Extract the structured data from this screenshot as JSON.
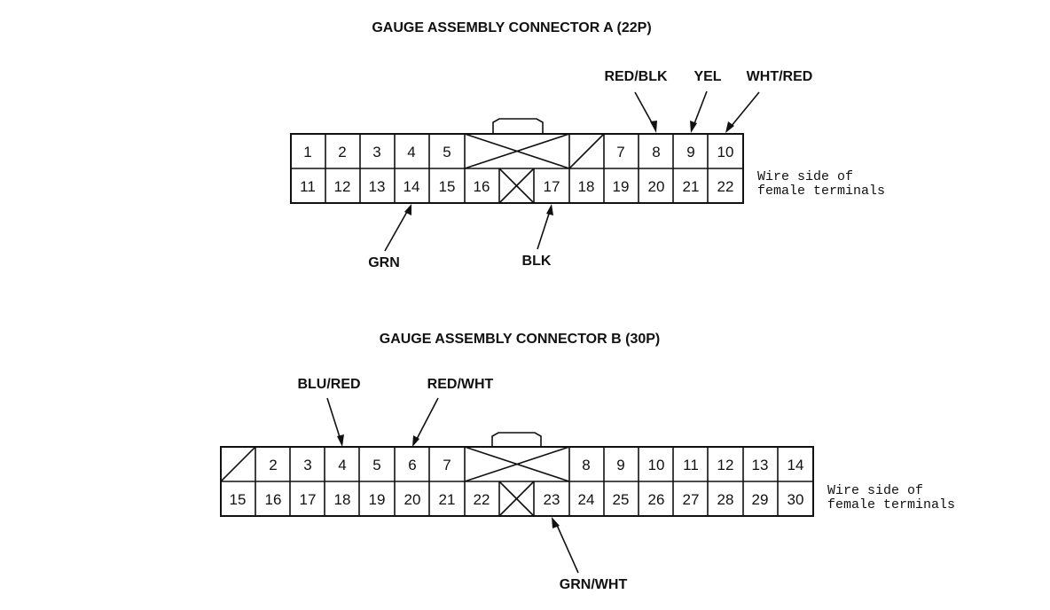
{
  "connector_a": {
    "title": "GAUGE ASSEMBLY CONNECTOR A (22P)",
    "note_line1": "Wire side of",
    "note_line2": "female terminals",
    "top_pins": [
      "1",
      "2",
      "3",
      "4",
      "5",
      "7",
      "8",
      "9",
      "10"
    ],
    "bottom_pins": [
      "11",
      "12",
      "13",
      "14",
      "15",
      "16",
      "17",
      "18",
      "19",
      "20",
      "21",
      "22"
    ],
    "wires": {
      "red_blk": "RED/BLK",
      "yel": "YEL",
      "wht_red": "WHT/RED",
      "grn": "GRN",
      "blk": "BLK"
    }
  },
  "connector_b": {
    "title": "GAUGE ASSEMBLY CONNECTOR B (30P)",
    "note_line1": "Wire side of",
    "note_line2": "female terminals",
    "top_pins": [
      "2",
      "3",
      "4",
      "5",
      "6",
      "7",
      "8",
      "9",
      "10",
      "11",
      "12",
      "13",
      "14"
    ],
    "bottom_pins": [
      "15",
      "16",
      "17",
      "18",
      "19",
      "20",
      "21",
      "22",
      "23",
      "24",
      "25",
      "26",
      "27",
      "28",
      "29",
      "30"
    ],
    "wires": {
      "blu_red": "BLU/RED",
      "red_wht": "RED/WHT",
      "grn_wht": "GRN/WHT"
    }
  }
}
